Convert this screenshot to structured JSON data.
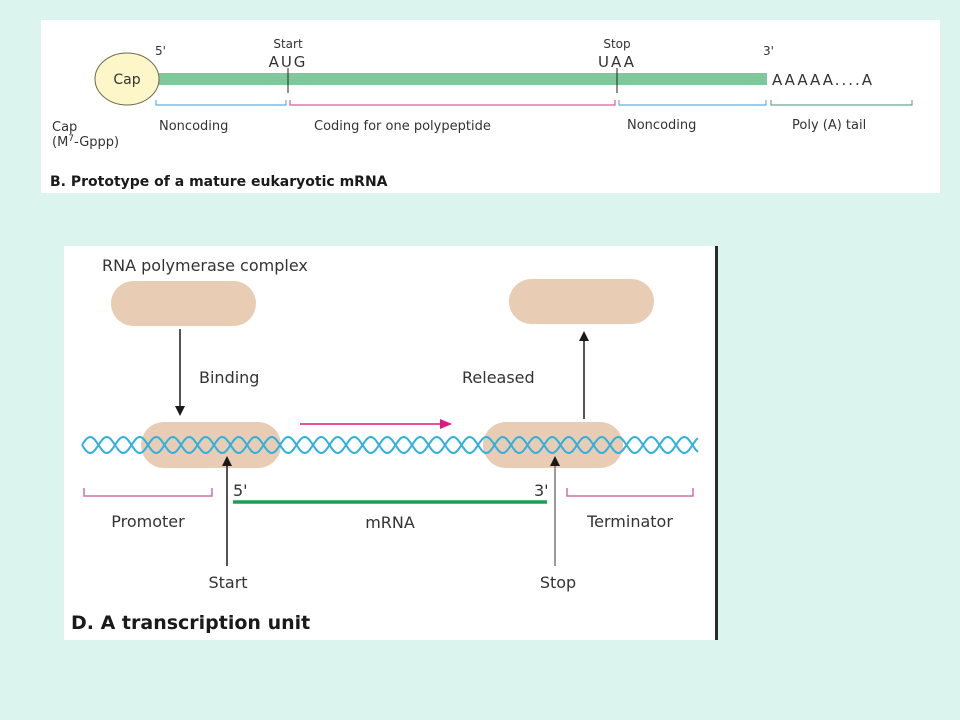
{
  "panel_b": {
    "title": "B. Prototype of a mature eukaryotic mRNA",
    "cap_label": "Cap",
    "cap_caption_line1": "Cap",
    "cap_caption_line2_prefix": "(M",
    "cap_caption_superscript": "7",
    "cap_caption_line2_suffix": "-Gppp)",
    "five_prime": "5'",
    "three_prime": "3'",
    "start_label": "Start",
    "start_codon": "AUG",
    "stop_label": "Stop",
    "stop_codon": "UAA",
    "poly_a_sequence": "AAAAA....A",
    "segments": [
      {
        "label": "Noncoding",
        "color": "#5ab4e0"
      },
      {
        "label": "Coding for one polypeptide",
        "color": "#e0579a"
      },
      {
        "label": "Noncoding",
        "color": "#5ab4e0"
      },
      {
        "label": "Poly (A) tail",
        "color": "#6aa88a"
      }
    ],
    "colors": {
      "mrna_strand": "#80c89c",
      "cap_fill": "#fdf6c8"
    }
  },
  "panel_d": {
    "title": "D. A transcription unit",
    "polymerase_label": "RNA polymerase complex",
    "binding_label": "Binding",
    "released_label": "Released",
    "five_prime": "5'",
    "three_prime": "3'",
    "mrna_label": "mRNA",
    "promoter_label": "Promoter",
    "terminator_label": "Terminator",
    "start_label": "Start",
    "stop_label": "Stop",
    "colors": {
      "polymerase": "#e8cdb4",
      "dna_helix": "#2fb0e0",
      "mrna_line": "#1aa050",
      "direction_arrow": "#e0197d",
      "bracket": "#d070a8"
    }
  }
}
